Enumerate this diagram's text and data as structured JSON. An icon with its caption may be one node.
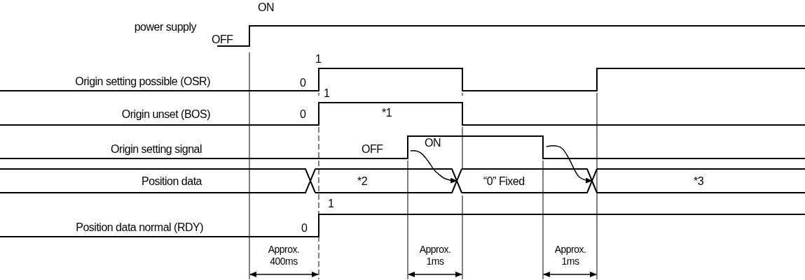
{
  "diagram": {
    "labels": [
      "ON",
      "power supply",
      "OFF",
      "1",
      "Origin setting possible (OSR)",
      "0",
      "1",
      "Origin unset (BOS)",
      "0",
      "*1",
      "Origin setting signal",
      "OFF",
      "ON",
      "Position data",
      "*2",
      "“0” Fixed",
      "*3",
      "1",
      "Position data normal (RDY)",
      "0",
      "Approx. 400ms",
      "Approx. 1ms",
      "Approx. 1ms"
    ]
  }
}
